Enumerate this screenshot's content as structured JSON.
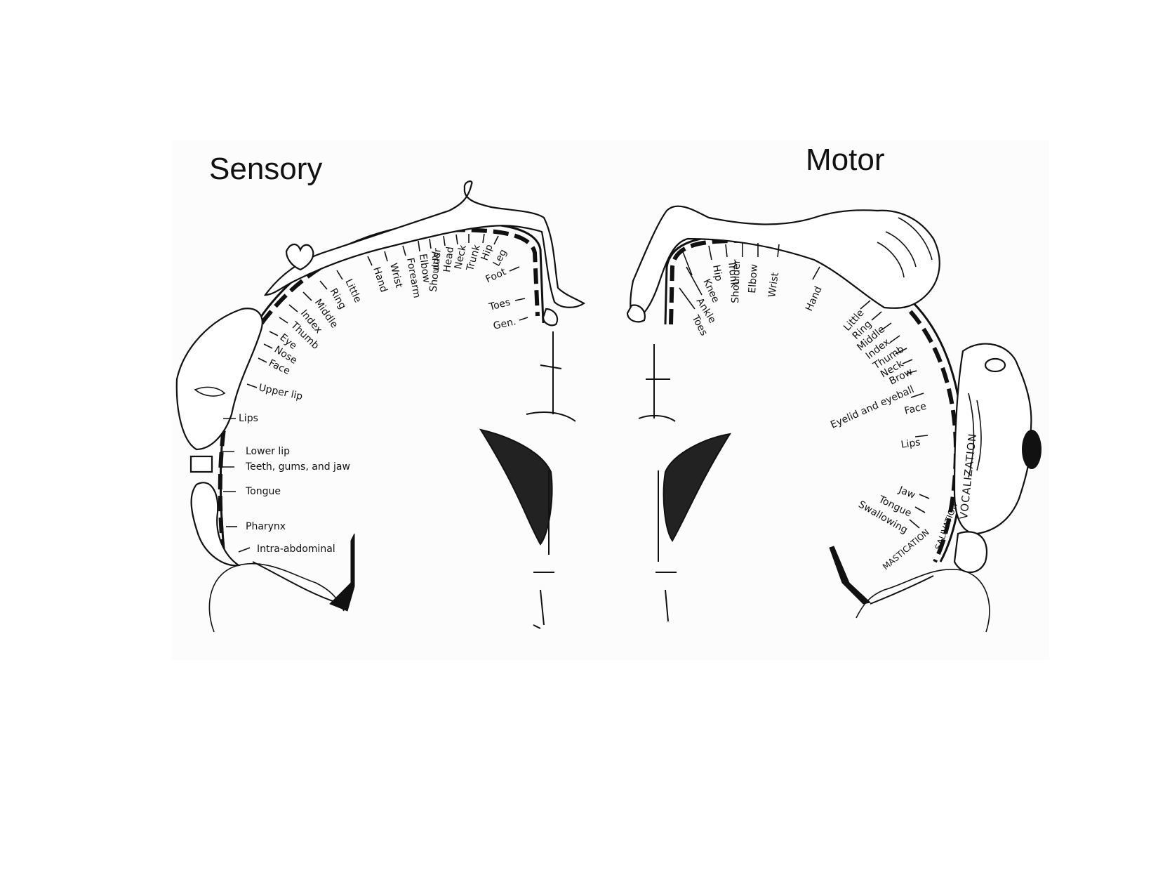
{
  "titles": {
    "sensory": "Sensory",
    "motor": "Motor"
  },
  "sensory": {
    "labels": [
      "Lips",
      "Lower lip",
      "Teeth, gums, and jaw",
      "Tongue",
      "Pharynx",
      "Intra-abdominal",
      "Upper lip",
      "Face",
      "Nose",
      "Eye",
      "Thumb",
      "Index",
      "Middle",
      "Ring",
      "Little",
      "Hand",
      "Wrist",
      "Forearm",
      "Elbow",
      "Arm",
      "Shoulder",
      "Head",
      "Neck",
      "Trunk",
      "Hip",
      "Leg",
      "Foot",
      "Toes",
      "Gen."
    ]
  },
  "motor": {
    "labels": [
      "Toes",
      "Ankle",
      "Knee",
      "Hip",
      "Trunk",
      "Shoulder",
      "Elbow",
      "Wrist",
      "Hand",
      "Little",
      "Ring",
      "Middle",
      "Index",
      "Thumb",
      "Neck",
      "Brow",
      "Eyelid and eyeball",
      "Face",
      "Lips",
      "Jaw",
      "Tongue",
      "Swallowing"
    ],
    "functions": [
      "VOCALIZATION",
      "SALIVATION",
      "MASTICATION"
    ]
  }
}
